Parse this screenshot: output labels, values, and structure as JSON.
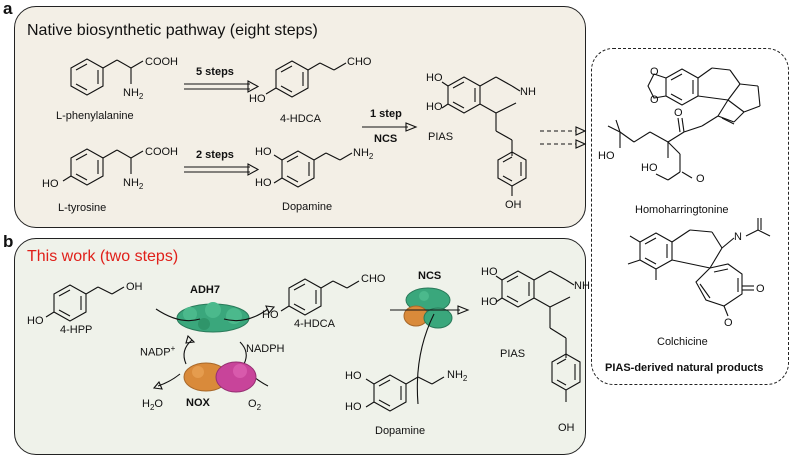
{
  "panel_a": {
    "label": "a",
    "title": "Native biosynthetic pathway (eight steps)",
    "compounds": {
      "phe": "L-phenylalanine",
      "tyr": "L-tyrosine",
      "hdca": "4-HDCA",
      "dopamine": "Dopamine",
      "pias": "PIAS"
    },
    "steps": {
      "five": "5 steps",
      "two": "2 steps",
      "one": "1 step",
      "enzyme": "NCS"
    },
    "groups": {
      "cooh": "COOH",
      "nh2": "NH",
      "cho": "CHO",
      "ho": "HO",
      "nh": "NH",
      "oh": "OH"
    }
  },
  "panel_b": {
    "label": "b",
    "title": "This work (two steps)",
    "title_color": "#e0201a",
    "compounds": {
      "hpp": "4-HPP",
      "hdca": "4-HDCA",
      "dopamine": "Dopamine",
      "pias": "PIAS"
    },
    "enzymes": {
      "adh7": "ADH7",
      "nox": "NOX",
      "ncs": "NCS"
    },
    "cofactors": {
      "nadp": "NADP",
      "nadph": "NADPH",
      "h2o": "H",
      "o2": "O"
    },
    "protein_colors": {
      "green": "#3aa77c",
      "orange": "#d98a3a",
      "magenta": "#c8449a"
    }
  },
  "panel_c": {
    "caption": "PIAS-derived natural products",
    "products": [
      "Homoharringtonine",
      "Colchicine"
    ]
  }
}
